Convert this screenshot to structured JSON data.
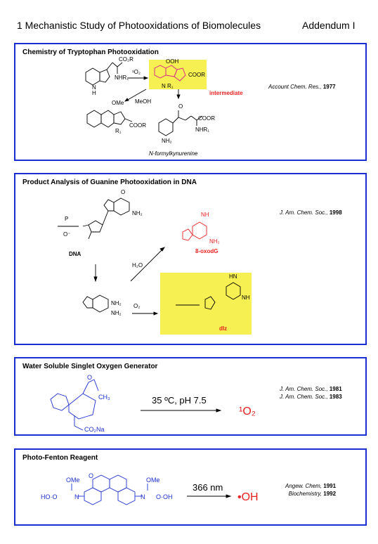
{
  "header": {
    "title": "1   Mechanistic Study of Photooxidations of Biomolecules",
    "addendum": "Addendum I"
  },
  "panels": [
    {
      "title": "Chemistry of Tryptophan Photooxidation",
      "ref": [
        {
          "journal": "Account Chem. Res.,",
          "year": "1977"
        }
      ],
      "labels": {
        "co2r": "CO₂R",
        "nhr1": "NHR₁",
        "o2": "¹O₂",
        "ooh": "OOH",
        "coor": "COOR",
        "nr1": "N  R₁",
        "intermediate": "intermediate",
        "ome": "OMe",
        "meoh": "MeOH",
        "coor2": "COOR",
        "nhr1b": "NHR₁",
        "o": "O",
        "nh2": "NH₂",
        "nfk": "N-formylkynurenine",
        "n": "N",
        "h": "H",
        "nr1b": "R₁",
        "coor3": "COOR"
      }
    },
    {
      "title": "Product Analysis of Guanine Photooxidation in DNA",
      "ref": [
        {
          "journal": "J. Am. Chem. Soc.,",
          "year": "1998"
        }
      ],
      "labels": {
        "dna": "DNA",
        "oxodg": "8-oxodG",
        "h2o": "H₂O",
        "o2": "O₂",
        "diz": "dIz",
        "nh2": "NH₂",
        "nh": "NH",
        "nh2b": "NH₂",
        "o": "O",
        "p": "P",
        "om": "O⁻",
        "nh2c": "NH₂",
        "nh2d": "NH₂",
        "hn": "HN",
        "nh3": "NH"
      }
    },
    {
      "title": "Water Soluble Singlet Oxygen Generator",
      "ref": [
        {
          "journal": "J. Am. Chem. Soc.,",
          "year": "1981"
        },
        {
          "journal": "J. Am. Chem. Soc.,",
          "year": "1983"
        }
      ],
      "labels": {
        "condition": "35 ºC, pH 7.5",
        "product": "¹O₂",
        "ch3": "CH₃",
        "co2na": "CO₂Na",
        "o": "O"
      }
    },
    {
      "title": "Photo-Fenton Reagent",
      "ref": [
        {
          "journal": "Angew. Chem,",
          "year": "1991"
        },
        {
          "journal": "Biochemistry,",
          "year": "1992"
        }
      ],
      "labels": {
        "condition": "366 nm",
        "product": "•OH",
        "left_group": "HO·O",
        "right_group": "O·OH",
        "ome_l": "OMe",
        "ome_r": "OMe",
        "n_l": "N",
        "n_r": "N",
        "o": "O"
      }
    }
  ],
  "colors": {
    "border": "#1b2fd0",
    "highlight": "#f7f052",
    "red": "#e8201f",
    "blue": "#1b2fd0"
  }
}
